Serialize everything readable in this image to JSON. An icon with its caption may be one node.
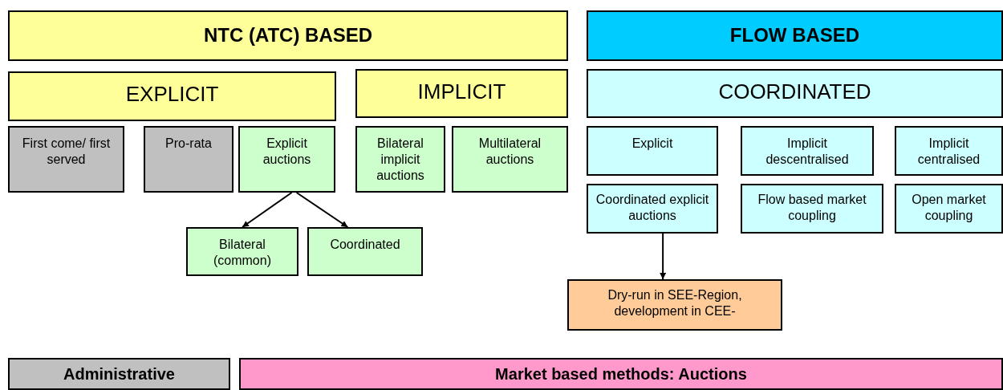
{
  "diagram": {
    "nodes": [
      {
        "text": [
          "NTC (ATC) BASED"
        ]
      },
      {
        "text": [
          "FLOW BASED"
        ]
      },
      {
        "text": [
          "EXPLICIT"
        ]
      },
      {
        "text": [
          "IMPLICIT"
        ]
      },
      {
        "text": [
          "COORDINATED"
        ]
      },
      {
        "text": [
          "First come/ first served"
        ]
      },
      {
        "text": [
          "Pro-rata"
        ]
      },
      {
        "text": [
          "Explicit auctions"
        ]
      },
      {
        "text": [
          "Bilateral implicit auctions"
        ]
      },
      {
        "text": [
          "Multilateral auctions"
        ]
      },
      {
        "text": [
          "Explicit"
        ]
      },
      {
        "text": [
          "Implicit descentralised"
        ]
      },
      {
        "text": [
          "Implicit centralised"
        ]
      },
      {
        "text": [
          "Coordinated explicit auctions"
        ]
      },
      {
        "text": [
          "Flow based market coupling"
        ]
      },
      {
        "text": [
          "Open market coupling"
        ]
      },
      {
        "text": [
          "Bilateral (common)"
        ]
      },
      {
        "text": [
          "Coordinated"
        ]
      },
      {
        "text": [
          "Dry-run in SEE-Region, development in CEE-"
        ]
      },
      {
        "text": [
          "Administrative"
        ]
      },
      {
        "text": [
          "Market based methods: Auctions"
        ]
      }
    ],
    "edges": [
      {
        "from": 7,
        "to": 16,
        "arrow": "to"
      },
      {
        "from": 7,
        "to": 17,
        "arrow": "to"
      },
      {
        "from": 13,
        "to": 18,
        "arrow": "to"
      }
    ]
  }
}
